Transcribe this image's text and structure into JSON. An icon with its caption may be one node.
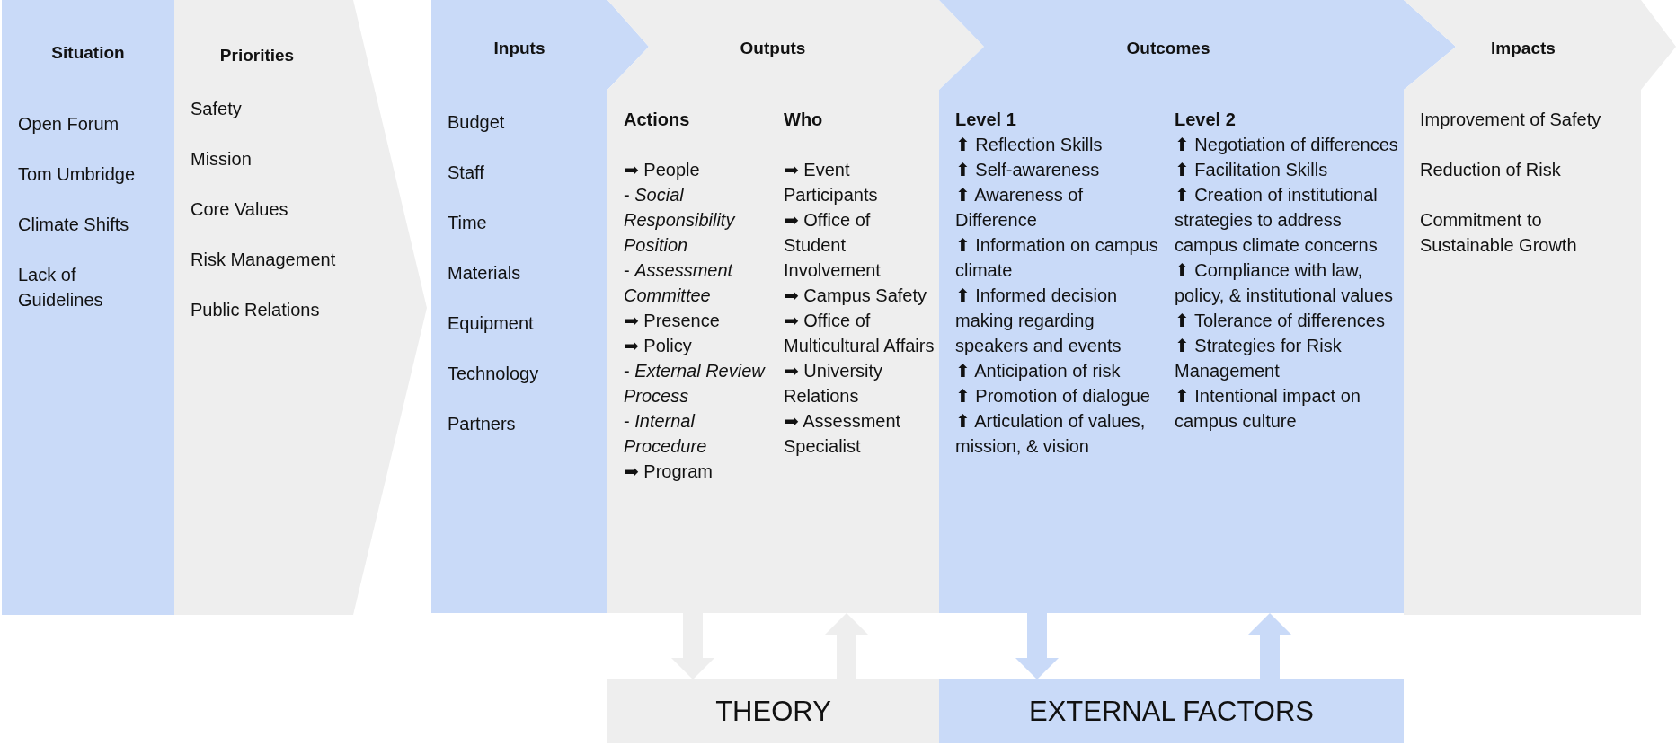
{
  "diagram": {
    "nodes": [
      {
        "text": [
          "Situation",
          "Open Forum",
          "Tom Umbridge",
          "Climate Shifts",
          "Lack of Guidelines"
        ]
      },
      {
        "text": [
          "Priorities",
          "Safety",
          "Mission",
          "Core Values",
          "Risk Management",
          "Public Relations"
        ]
      },
      {
        "text": [
          "Inputs",
          "Budget",
          "Staff",
          "Time",
          "Materials",
          "Equipment",
          "Technology",
          "Partners"
        ]
      },
      {
        "text": [
          "Outputs",
          "Actions",
          "➡ People",
          "- *Social Responsibility Position*",
          "- *Assessment Committee*",
          "➡ Presence",
          "➡ Policy",
          "- *External Review Process*",
          "- *Internal Procedure*",
          "➡ Program",
          "Who",
          "➡ Event Participants",
          "➡ Office of Student Involvement",
          "➡ Campus Safety",
          "➡ Office of Multicultural Affairs",
          "➡ University Relations",
          "➡ Assessment Specialist"
        ]
      },
      {
        "text": [
          "Outcomes",
          "Level 1",
          "⬆ Reflection Skills",
          "⬆ Self-awareness",
          "⬆ Awareness of Difference",
          "⬆ Information on campus climate",
          "⬆ Informed decision making regarding speakers and events",
          "⬆ Anticipation of risk",
          "⬆ Promotion of dialogue",
          "⬆ Articulation of values, mission, & vision",
          "Level 2",
          "⬆ Negotiation of differences",
          "⬆ Facilitation Skills",
          "⬆ Creation of institutional strategies to address campus climate concerns",
          "⬆ Compliance with law, policy, & institutional values",
          "⬆ Tolerance of differences",
          "⬆ Strategies for Risk Management",
          "⬆ Intentional impact on campus culture"
        ]
      },
      {
        "text": [
          "Impacts",
          "Improvement of Safety",
          "Reduction of Risk",
          "Commitment to Sustainable Growth"
        ]
      },
      {
        "text": [
          "THEORY"
        ]
      },
      {
        "text": [
          "EXTERNAL FACTORS"
        ]
      }
    ],
    "edges": [
      {
        "from": 3,
        "to": 6,
        "arrow": "to",
        "style": "thick",
        "color": "#eeeeee"
      },
      {
        "from": 6,
        "to": 3,
        "arrow": "to",
        "style": "thick",
        "color": "#eeeeee"
      },
      {
        "from": 4,
        "to": 7,
        "arrow": "to",
        "style": "thick",
        "color": "#c9daf8"
      },
      {
        "from": 7,
        "to": 4,
        "arrow": "to",
        "style": "thick",
        "color": "#c9daf8"
      }
    ]
  }
}
